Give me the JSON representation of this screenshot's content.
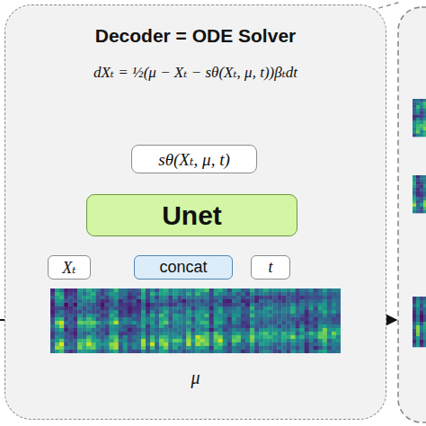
{
  "diagram": {
    "nodes": [
      {
        "text": [
          "Decoder = ODE Solver",
          "dXₜ = ½(μ − Xₜ − sθ(Xₜ, μ, t))βₜdt"
        ]
      },
      {
        "text": [
          "sθ(Xₜ, μ, t)"
        ],
        "in": 0
      },
      {
        "text": [
          "Unet"
        ],
        "in": 0
      },
      {
        "text": [
          "Xₜ"
        ],
        "in": 0
      },
      {
        "text": [
          "concat"
        ],
        "in": 0
      },
      {
        "text": [
          "t"
        ],
        "in": 0
      },
      {
        "text": [
          "μ"
        ],
        "in": 0
      }
    ],
    "edges": [
      {
        "from": 3,
        "to": 4,
        "arrow": "to"
      },
      {
        "from": 4,
        "to": 2,
        "arrow": "to"
      },
      {
        "from": 5,
        "to": 2,
        "arrow": "to"
      },
      {
        "from": 2,
        "to": 1,
        "arrow": "to"
      },
      {
        "from": 6,
        "to": 4,
        "arrow": "to"
      }
    ]
  }
}
